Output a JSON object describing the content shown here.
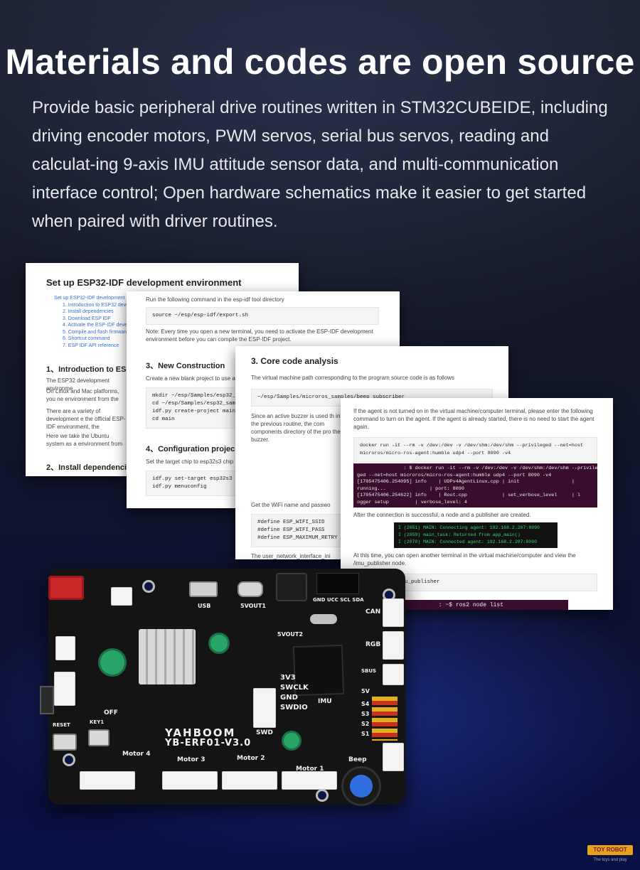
{
  "header": {
    "title": "Materials and codes are open source",
    "description": "Provide basic peripheral drive routines written in STM32CUBEIDE, including driving encoder motors, PWM servos, serial bus servos, reading and calculat-ing 9-axis IMU attitude sensor data, and multi-communication interface control; Open hardware schematics make it easier to get started when paired with driver routines."
  },
  "doc1": {
    "title": "Set up ESP32-IDF development environment",
    "toc": [
      "Set up ESP32-IDF development envi...",
      "1.  Introduction to ESP32 develo...",
      "2.  Install dependencies",
      "3.  Download ESP IDF",
      "4.  Activate the ESP-IDF develop...",
      "5.  Compile and flash firmware",
      "6.  Shortcut command",
      "7.  ESP IDF API reference"
    ],
    "section1": "1、Introduction to ESP3",
    "p1": "The ESP32 development environme",
    "p2": "On Linux and Mac platforms, you ne environment from the source code.",
    "p3": "There are a variety of development e the official ESP-IDF environment, the Code+PlatformIO IDE development r",
    "p4": "Here we take the Ubuntu system as a environment from the source code.",
    "section2": "2、Install dependencie"
  },
  "doc2": {
    "intro": "Run the following command in the esp-idf tool directory",
    "code1": "source ~/esp/esp-idf/export.sh",
    "note": "Note: Every time you open a new terminal, you need to activate the ESP-IDF development environment before you can compile the ESP-IDF project.",
    "section3": "3、New Construction",
    "p3": "Create a new blank project to use as a",
    "code2": "mkdir ~/esp/Samples/esp32_sampl\ncd ~/esp/Samples/esp32_samples\nidf.py create-project main\ncd main",
    "section4": "4、Configuration projec",
    "p4": "Set the target chip to esp32s3 chip and",
    "code3": "idf.py set-target esp32s3\nidf.py menuconfig"
  },
  "doc3": {
    "title": "3. Core code analysis",
    "p1": "The virtual machine path corresponding to the program source code is as follows",
    "code1": "~/esp/Samples/microros_samples/beep_subscriber",
    "p2": "Since an active buzzer is used th in the previous routine, the com components directory of the pro the buzzer.",
    "p3": "Get the WiFi name and passwo",
    "code2": "#define ESP_WIFI_SSID\n#define ESP_WIFI_PASS\n#define ESP_MAXIMUM_RETRY",
    "p4": "The user_network_interface_ini"
  },
  "doc4": {
    "p1": "If the agent is not turned on in the virtual machine/computer terminal, please enter the following command to turn on the agent. If the agent is already started, there is no need to start the agent again.",
    "code1": "docker run -it --rm -v /dev:/dev -v /dev/shm:/dev/shm --privileged --net=host\nmicroros/micro-ros-agent:humble udp4 --port 8090 -v4",
    "term1": "                : $ docker run -it --rm -v /dev:/dev -v /dev/shm:/dev/shm --privile\nged --net=host microros/micro-ros-agent:humble udp4 --port 8090 -v4\n[1705475406.254095] info    | UDPv4AgentLinux.cpp | init                  |\nrunning...               | port: 8090\n[1705475406.254622] info    | Root.cpp            | set_verbose_level     | l\nogger setup         | verbose_level: 4",
    "p2": "After the connection is successful, a node and a publisher are created.",
    "term2": "I (2051) MAIN: Connecting agent: 192.168.2.207:8090\nI (2059) main_task: Returned from app_main()\nI (2070) MAIN: Connected agent: 192.168.2.207:8090",
    "p3": "At this time, you can open another terminal in the virtual machine/computer and view the /imu_publisher node.",
    "code2": "imu_publisher",
    "term3": "           : ~$ ros2 node list"
  },
  "board": {
    "brand": "YAHBOOM",
    "model": "YB-ERF01-V3.0",
    "labels": [
      "Motor 4",
      "Motor 3",
      "Motor 2",
      "Motor 1",
      "SWD",
      "IMU",
      "Beep",
      "OFF",
      "RESET",
      "KEY1",
      "3V3",
      "SWCLK",
      "GND",
      "SWDIO",
      "CAN",
      "RGB",
      "SBUS",
      "S4",
      "S3",
      "S2",
      "S1",
      "5V",
      "USB",
      "5VOUT1",
      "5VOUT2",
      "GND UCC SCL SDA"
    ]
  },
  "watermark": {
    "text": "TOY ROBOT",
    "caption": "The toys and play"
  },
  "colors": {
    "background_top": "#1b1f2e",
    "background_bottom": "#081045",
    "title": "#ffffff",
    "terminal_purple": "#3a0d2e",
    "terminal_green": "#3fd06a"
  }
}
